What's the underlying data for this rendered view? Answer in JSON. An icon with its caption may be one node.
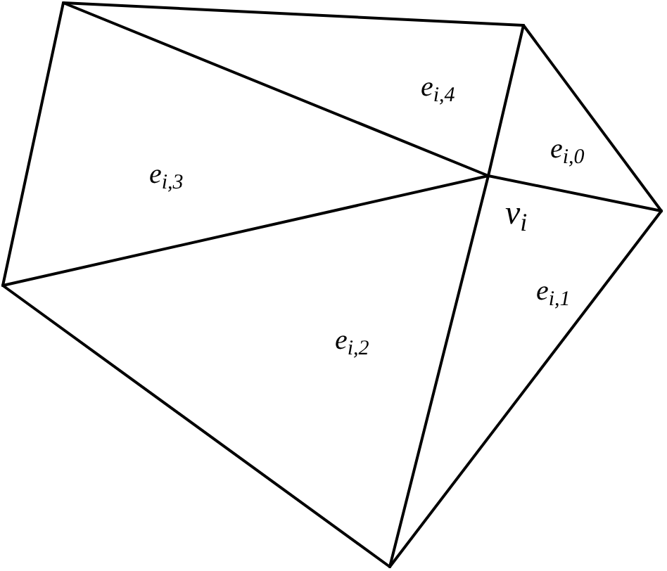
{
  "diagram": {
    "labels": [
      "e$_{i,4}$",
      "e$_{i,0}$",
      "e$_{i,3}$",
      "v$_{i}$",
      "e$_{i,1}$",
      "e$_{i,2}$"
    ]
  }
}
